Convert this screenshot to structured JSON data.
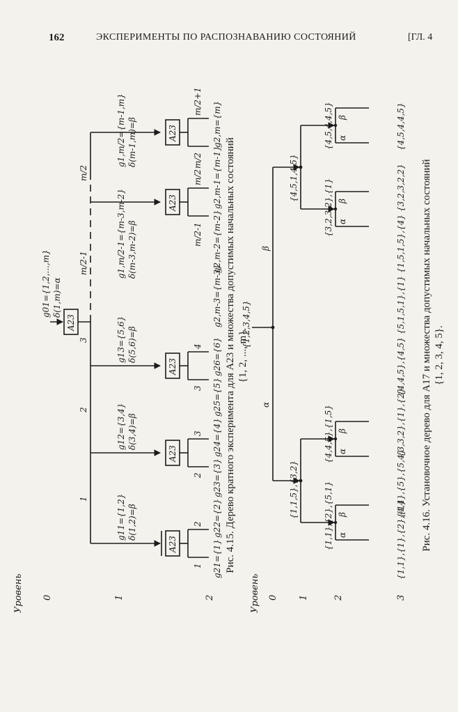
{
  "header": {
    "page_number": "162",
    "title": "ЭКСПЕРИМЕНТЫ ПО РАСПОЗНАВАНИЮ СОСТОЯНИЙ",
    "chapter": "[ГЛ. 4"
  },
  "fig1": {
    "level_title": "Уровень",
    "levels": [
      "0",
      "1",
      "2"
    ],
    "box_label": "A23",
    "root_g": "g01={1,2,...,m}",
    "root_d": "δ(1,m)=α",
    "branch_labels": [
      "1",
      "2",
      "3",
      "m/2-1",
      "m/2"
    ],
    "node_g": [
      "g11={1,2}",
      "g12={3,4}",
      "g13={5,6}",
      "g1,m/2-1={m-3,m-2}",
      "g1,m/2={m-1,m}"
    ],
    "node_d": [
      "δ(1,2)=β",
      "δ(3,4)=β",
      "δ(5,6)=β",
      "δ(m-3,m-2)=β",
      "δ(m-1,m)=β"
    ],
    "sub_labels": [
      "1",
      "2",
      "2",
      "3",
      "3",
      "4",
      "m/2-1",
      "m/2",
      "m/2",
      "m/2+1"
    ],
    "leaves": [
      "g21={1}",
      "g22={2}",
      "g23={3}",
      "g24={4}",
      "g25={5}",
      "g26={6}",
      "g2,m-3={m-3}",
      "g2,m-2={m-2}",
      "g2,m-1={m-1}",
      "g2,m={m}"
    ],
    "caption_line1": "Рис. 4.15. Дерево кратного эксперимента для A23 и множества допустимых начальных состояний",
    "caption_line2": "{1, 2, ..., m}."
  },
  "fig2": {
    "level_title": "Уровень",
    "levels": [
      "0",
      "1",
      "2",
      "3"
    ],
    "root_set": "{1,2,3,4,5}",
    "root_a": "α",
    "root_b": "β",
    "l1_left": "{1,1,5},{3,2}",
    "l1_right": "{4,5,1,4,5}",
    "l2_sets": [
      "{1,1},{2},{5,1}",
      "{4,4,5},{1,5}",
      "{3,2,3,2},{1}",
      "{4,5,4,4,5}"
    ],
    "l3_leaves": [
      "{1,1},{1},{2},{1}",
      "{4,4},{5},{5,4}",
      "{3,3,2},{1},{2}",
      "{4,4,5},{4,5}",
      "{5,1,5,1},{1}",
      "{1,5,1,5},{4}",
      "{3,2,3,2,2}",
      "{4,5,4,4,5}"
    ],
    "caption_line1": "Рис. 4.16. Установочное дерево для A17 и множества допустимых начальных состояний",
    "caption_line2": "{1, 2, 3, 4, 5}."
  }
}
